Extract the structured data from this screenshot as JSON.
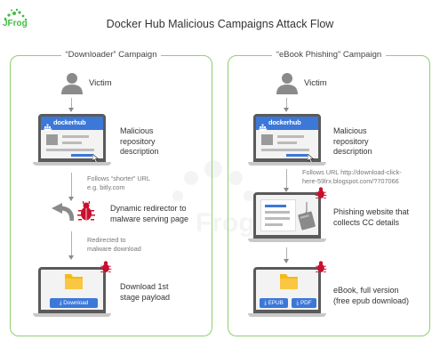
{
  "title": "Docker Hub Malicious Campaigns Attack Flow",
  "logo_text": "JFrog",
  "left_panel": {
    "title": "“Downloader” Campaign",
    "victim": "Victim",
    "step1": [
      "Malicious",
      "repository",
      "description"
    ],
    "note1": [
      "Follows “shorter” URL",
      "e.g. bitly.com"
    ],
    "step2": [
      "Dynamic redirector to",
      "malware serving page"
    ],
    "note2": [
      "Redirected to",
      "malware download"
    ],
    "step3": [
      "Download 1st",
      "stage payload"
    ],
    "download_button": "Download",
    "brand": "dockerhub"
  },
  "right_panel": {
    "title": "“eBook Phishing” Campaign",
    "victim": "Victim",
    "step1": [
      "Malicious",
      "repository",
      "description"
    ],
    "note1": [
      "Follows URL http://download-click-",
      "here-59lrx.blogspot.com/?707066"
    ],
    "step2": [
      "Phishing website that",
      "collects CC details"
    ],
    "step3": [
      "eBook, full version",
      "(free epub download)"
    ],
    "epub_button": "EPUB",
    "pdf_button": "PDF",
    "brand": "dockerhub"
  },
  "colors": {
    "panel_border": "#8ecf6d",
    "docker_blue": "#3c78d8",
    "bug_red": "#c8102e",
    "logo_green": "#40be46"
  },
  "icons": [
    "jfrog-logo",
    "user-icon",
    "laptop-icon",
    "bug-icon",
    "redirect-arrow-icon",
    "folder-icon",
    "download-icon",
    "credit-card-icon",
    "fishing-hook-icon"
  ]
}
